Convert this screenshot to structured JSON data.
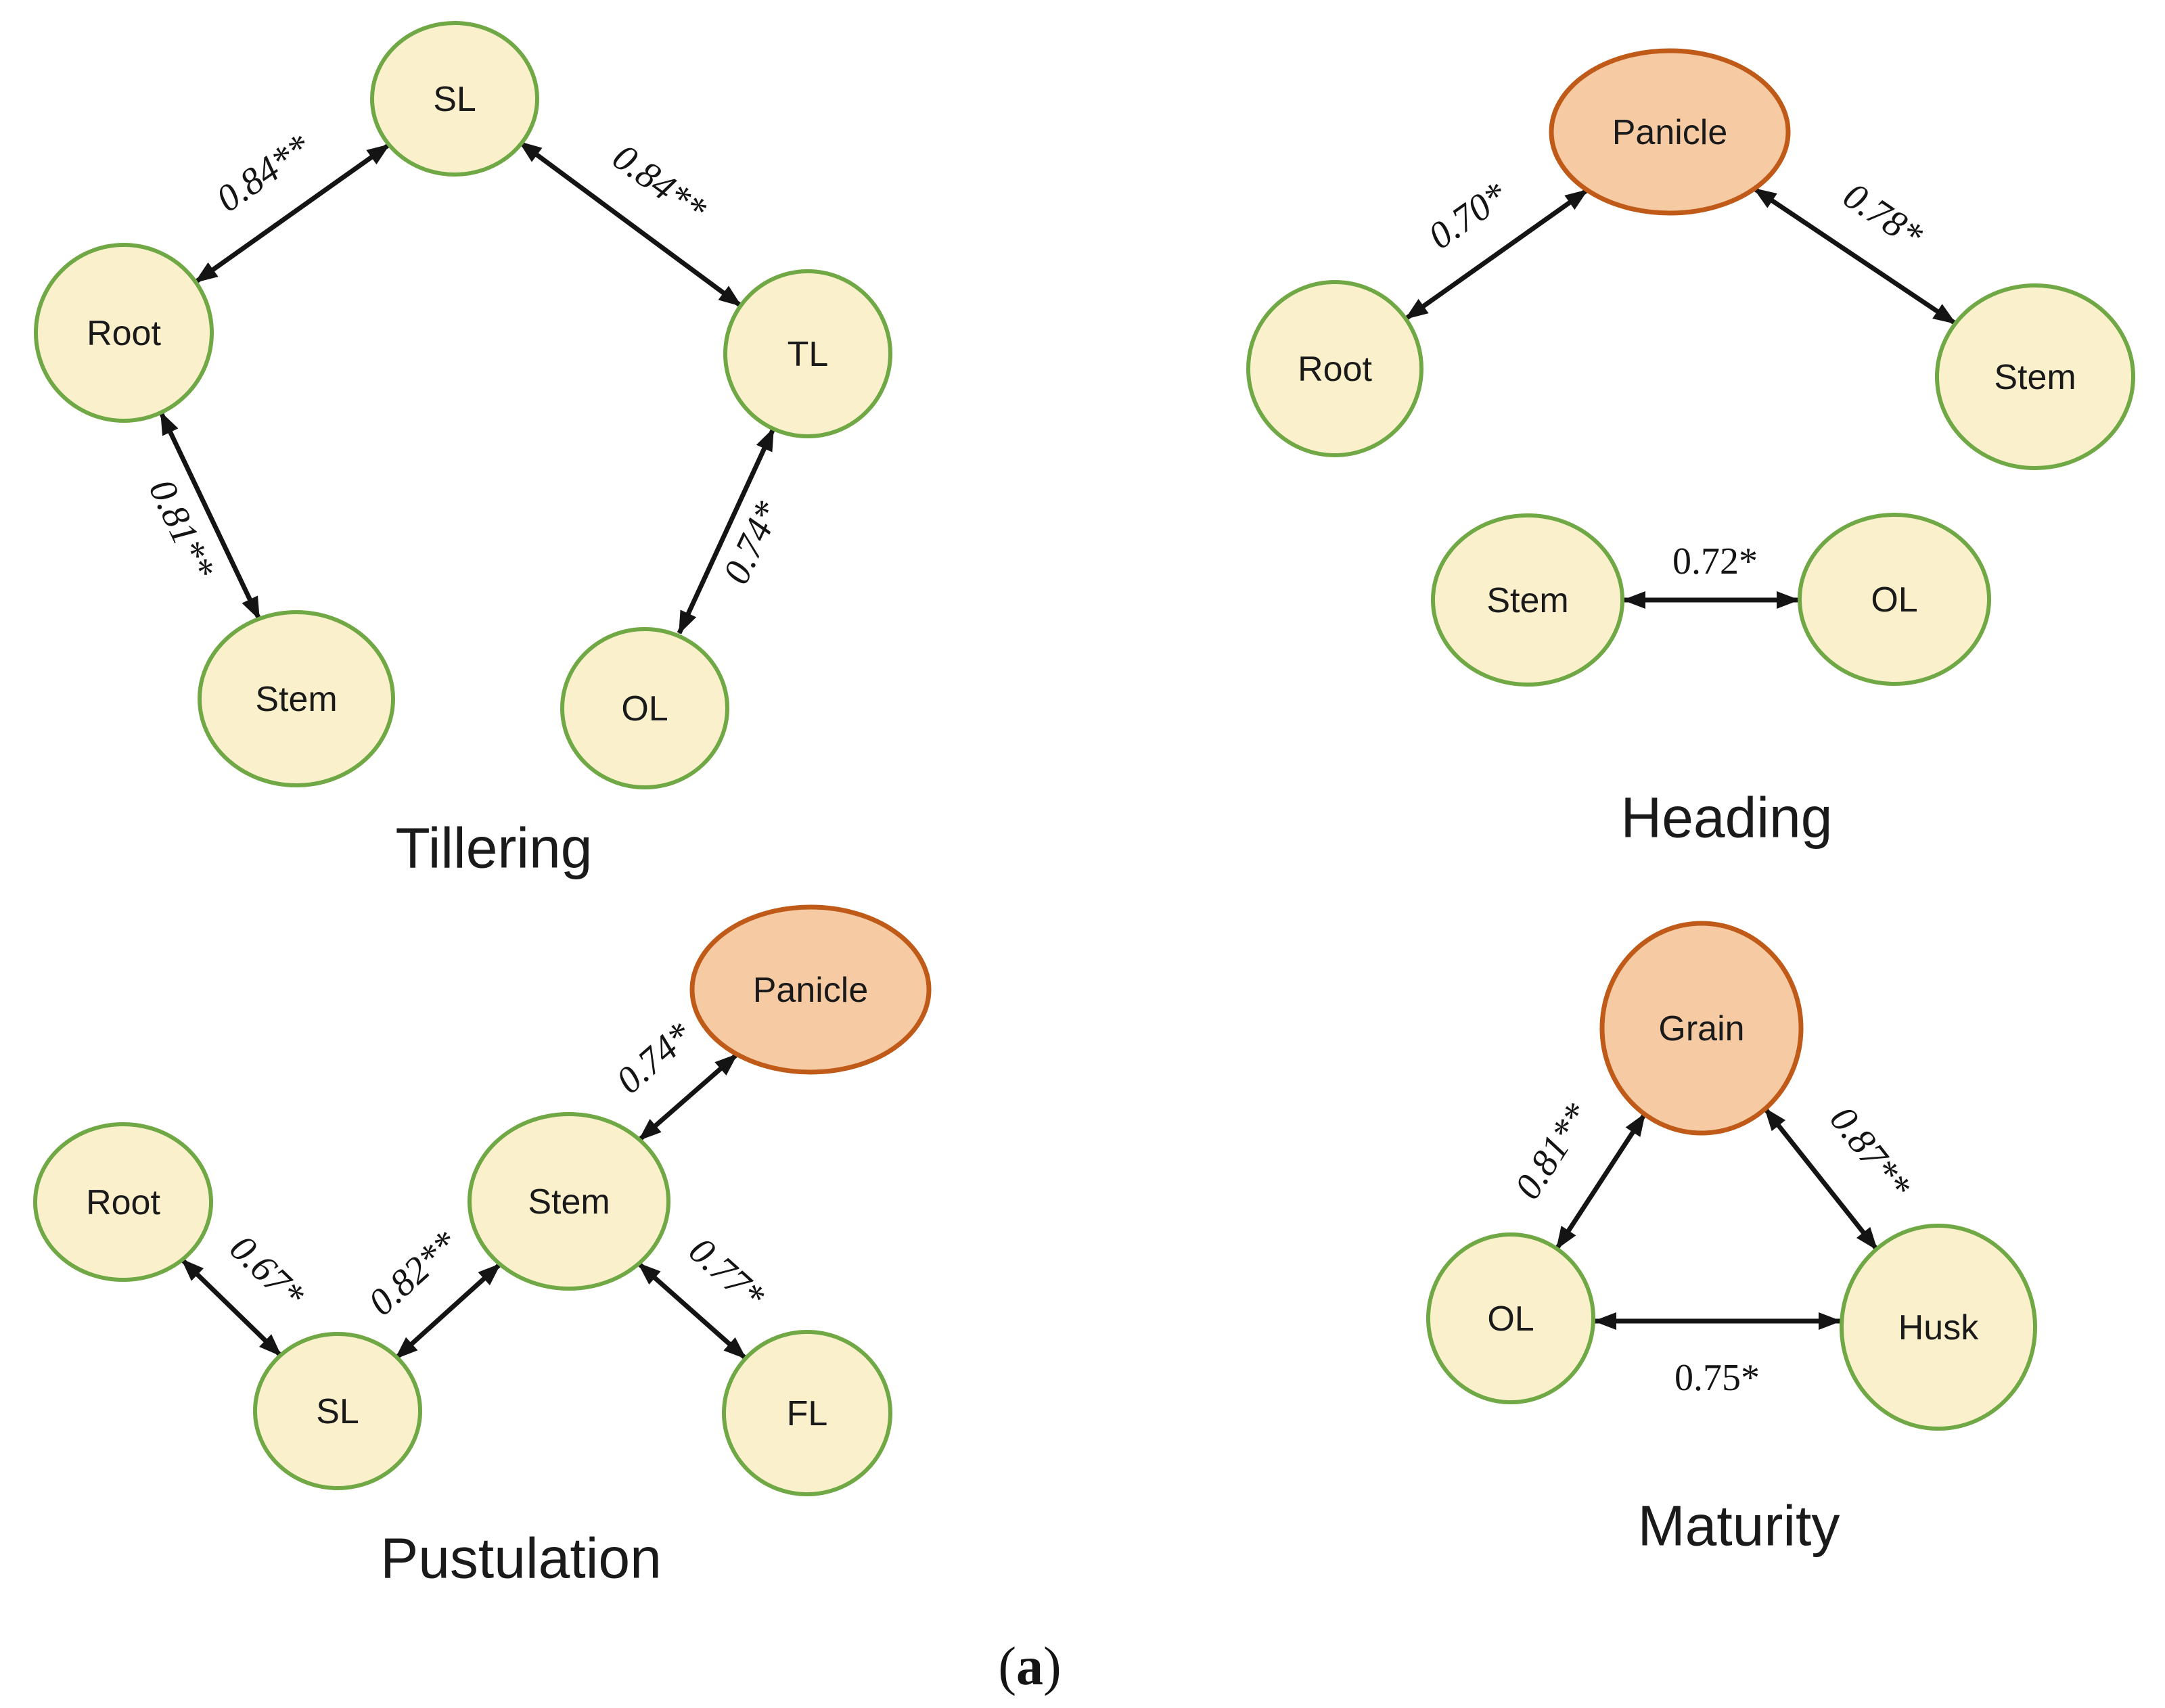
{
  "colors": {
    "background": "#ffffff",
    "node_fill": "#faf1cc",
    "node_border": "#6fa845",
    "highlight_fill": "#f6cba4",
    "highlight_border": "#c05a18",
    "arrow": "#141414",
    "text": "#1a1a1a"
  },
  "caption": {
    "open": "(",
    "letter": "a",
    "close": ")"
  },
  "panels": [
    {
      "title": "Tillering",
      "nodes": [
        {
          "id": "sl",
          "label": "SL",
          "type": "trait"
        },
        {
          "id": "root",
          "label": "Root",
          "type": "trait"
        },
        {
          "id": "tl",
          "label": "TL",
          "type": "trait"
        },
        {
          "id": "stem",
          "label": "Stem",
          "type": "trait"
        },
        {
          "id": "ol",
          "label": "OL",
          "type": "trait"
        }
      ],
      "edges": [
        {
          "from": "Root",
          "to": "SL",
          "label": "0.84**"
        },
        {
          "from": "SL",
          "to": "TL",
          "label": "0.84**"
        },
        {
          "from": "Root",
          "to": "Stem",
          "label": "0.81**"
        },
        {
          "from": "TL",
          "to": "OL",
          "label": "0.74*"
        }
      ]
    },
    {
      "title": "Heading",
      "nodes": [
        {
          "id": "panicle",
          "label": "Panicle",
          "type": "highlight"
        },
        {
          "id": "root",
          "label": "Root",
          "type": "trait"
        },
        {
          "id": "stem-right",
          "label": "Stem",
          "type": "trait"
        },
        {
          "id": "stem-bottom",
          "label": "Stem",
          "type": "trait"
        },
        {
          "id": "ol",
          "label": "OL",
          "type": "trait"
        }
      ],
      "edges": [
        {
          "from": "Root",
          "to": "Panicle",
          "label": "0.70*"
        },
        {
          "from": "Panicle",
          "to": "Stem",
          "label": "0.78*"
        },
        {
          "from": "Stem",
          "to": "OL",
          "label": "0.72*"
        }
      ]
    },
    {
      "title": "Pustulation",
      "nodes": [
        {
          "id": "panicle",
          "label": "Panicle",
          "type": "highlight"
        },
        {
          "id": "root",
          "label": "Root",
          "type": "trait"
        },
        {
          "id": "sl",
          "label": "SL",
          "type": "trait"
        },
        {
          "id": "stem",
          "label": "Stem",
          "type": "trait"
        },
        {
          "id": "fl",
          "label": "FL",
          "type": "trait"
        }
      ],
      "edges": [
        {
          "from": "Root",
          "to": "SL",
          "label": "0.67*"
        },
        {
          "from": "SL",
          "to": "Stem",
          "label": "0.82**"
        },
        {
          "from": "Stem",
          "to": "Panicle",
          "label": "0.74*"
        },
        {
          "from": "Stem",
          "to": "FL",
          "label": "0.77*"
        }
      ]
    },
    {
      "title": "Maturity",
      "nodes": [
        {
          "id": "grain",
          "label": "Grain",
          "type": "highlight"
        },
        {
          "id": "ol",
          "label": "OL",
          "type": "trait"
        },
        {
          "id": "husk",
          "label": "Husk",
          "type": "trait"
        }
      ],
      "edges": [
        {
          "from": "OL",
          "to": "Grain",
          "label": "0.81**"
        },
        {
          "from": "Grain",
          "to": "Husk",
          "label": "0.87**"
        },
        {
          "from": "OL",
          "to": "Husk",
          "label": "0.75*"
        }
      ]
    }
  ]
}
